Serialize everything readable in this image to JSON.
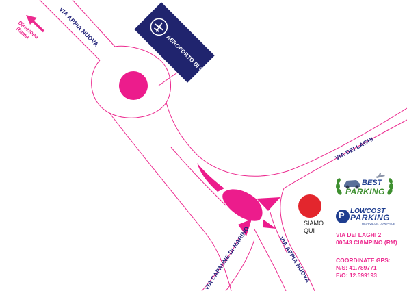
{
  "roads": {
    "via_appia_nuova_north": "VIA APPIA NUOVA",
    "via_appia_nuova_south": "VIA APPIA NUOVA",
    "via_dei_laghi": "VIA DEI LAGHI",
    "via_capanne_di_marino": "VIA CAPANNE DI MARINO"
  },
  "direction": {
    "line1": "Direzione",
    "line2": "Roma",
    "arrow_icon": "arrow-up-left-icon"
  },
  "airport": {
    "label": "AEROPORTO DI CIAMPINO",
    "icon": "airplane-icon"
  },
  "marker": {
    "line1": "SIAMO",
    "line2": "QUI"
  },
  "logos": {
    "best_top": "BEST",
    "best_bottom": "PARKING",
    "low_top": "LOWCOST",
    "low_bottom": "PARKING",
    "low_tagline": "HIGH VALUE, LOW PRICE",
    "low_badge": "P"
  },
  "address": {
    "line1": "VIA DEI LAGHI 2",
    "line2": "00043 CIAMPINO (RM)"
  },
  "gps": {
    "title": "COORDINATE GPS:",
    "ns": "N/S: 41.789771",
    "eo": "E/O: 12.599193"
  },
  "colors": {
    "road_outline": "#ec2a8f",
    "accent": "#ec2a8f",
    "marker": "#e3262d",
    "airport_box": "#20246e",
    "road_text": "#23247a",
    "best_green": "#3d8f2f",
    "low_blue": "#1e3d8f"
  }
}
